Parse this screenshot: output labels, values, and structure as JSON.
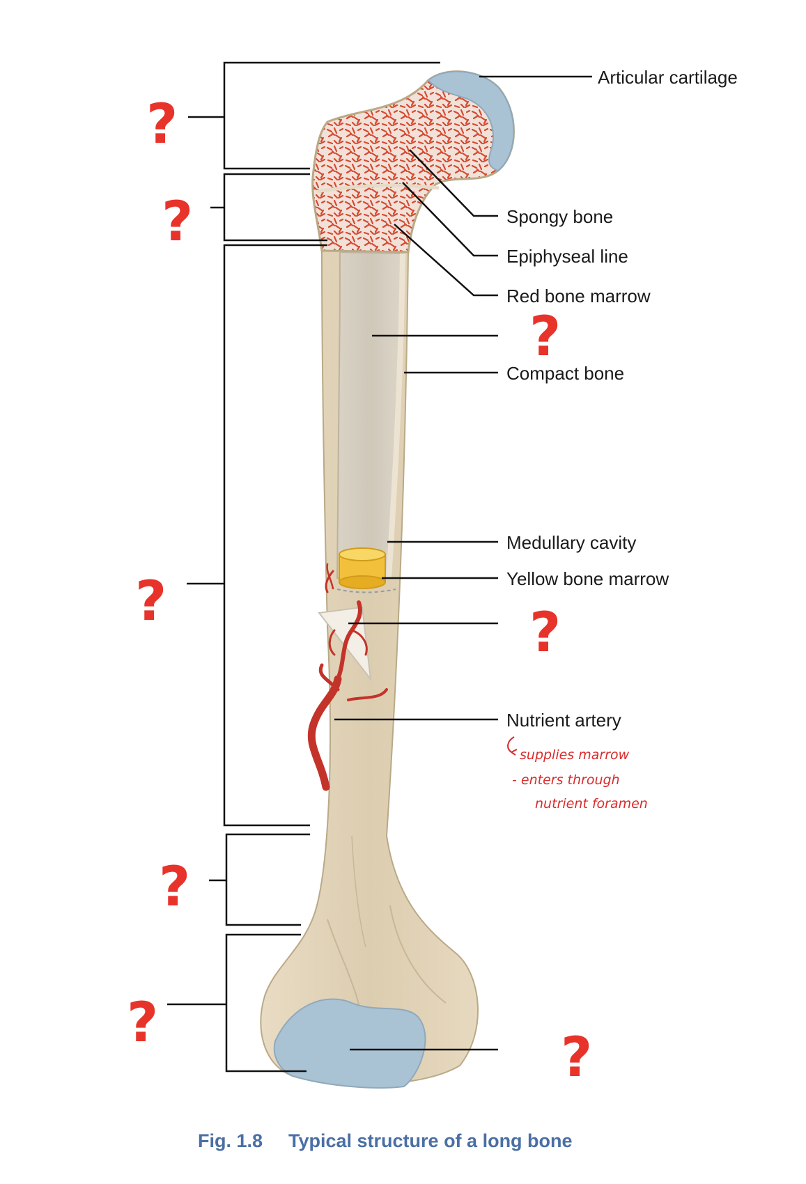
{
  "labels": {
    "articular_cartilage": "Articular cartilage",
    "spongy_bone": "Spongy bone",
    "epiphyseal_line": "Epiphyseal line",
    "red_bone_marrow": "Red bone marrow",
    "compact_bone": "Compact bone",
    "medullary_cavity": "Medullary cavity",
    "yellow_bone_marrow": "Yellow bone marrow",
    "nutrient_artery": "Nutrient artery"
  },
  "handwritten_note": {
    "line1": "supplies marrow",
    "line2": "- enters through",
    "line3": "nutrient foramen"
  },
  "unknown_marker": "?",
  "caption": {
    "number": "Fig. 1.8",
    "title": "Typical structure of a long bone"
  },
  "colors": {
    "bone": "#e3d6bd",
    "cartilage": "#a9c3d4",
    "spongy": "#d9573a",
    "yellow_marrow": "#f3c03b",
    "artery": "#c3332a",
    "question_mark": "#e8332a",
    "caption": "#4a6fa5"
  }
}
